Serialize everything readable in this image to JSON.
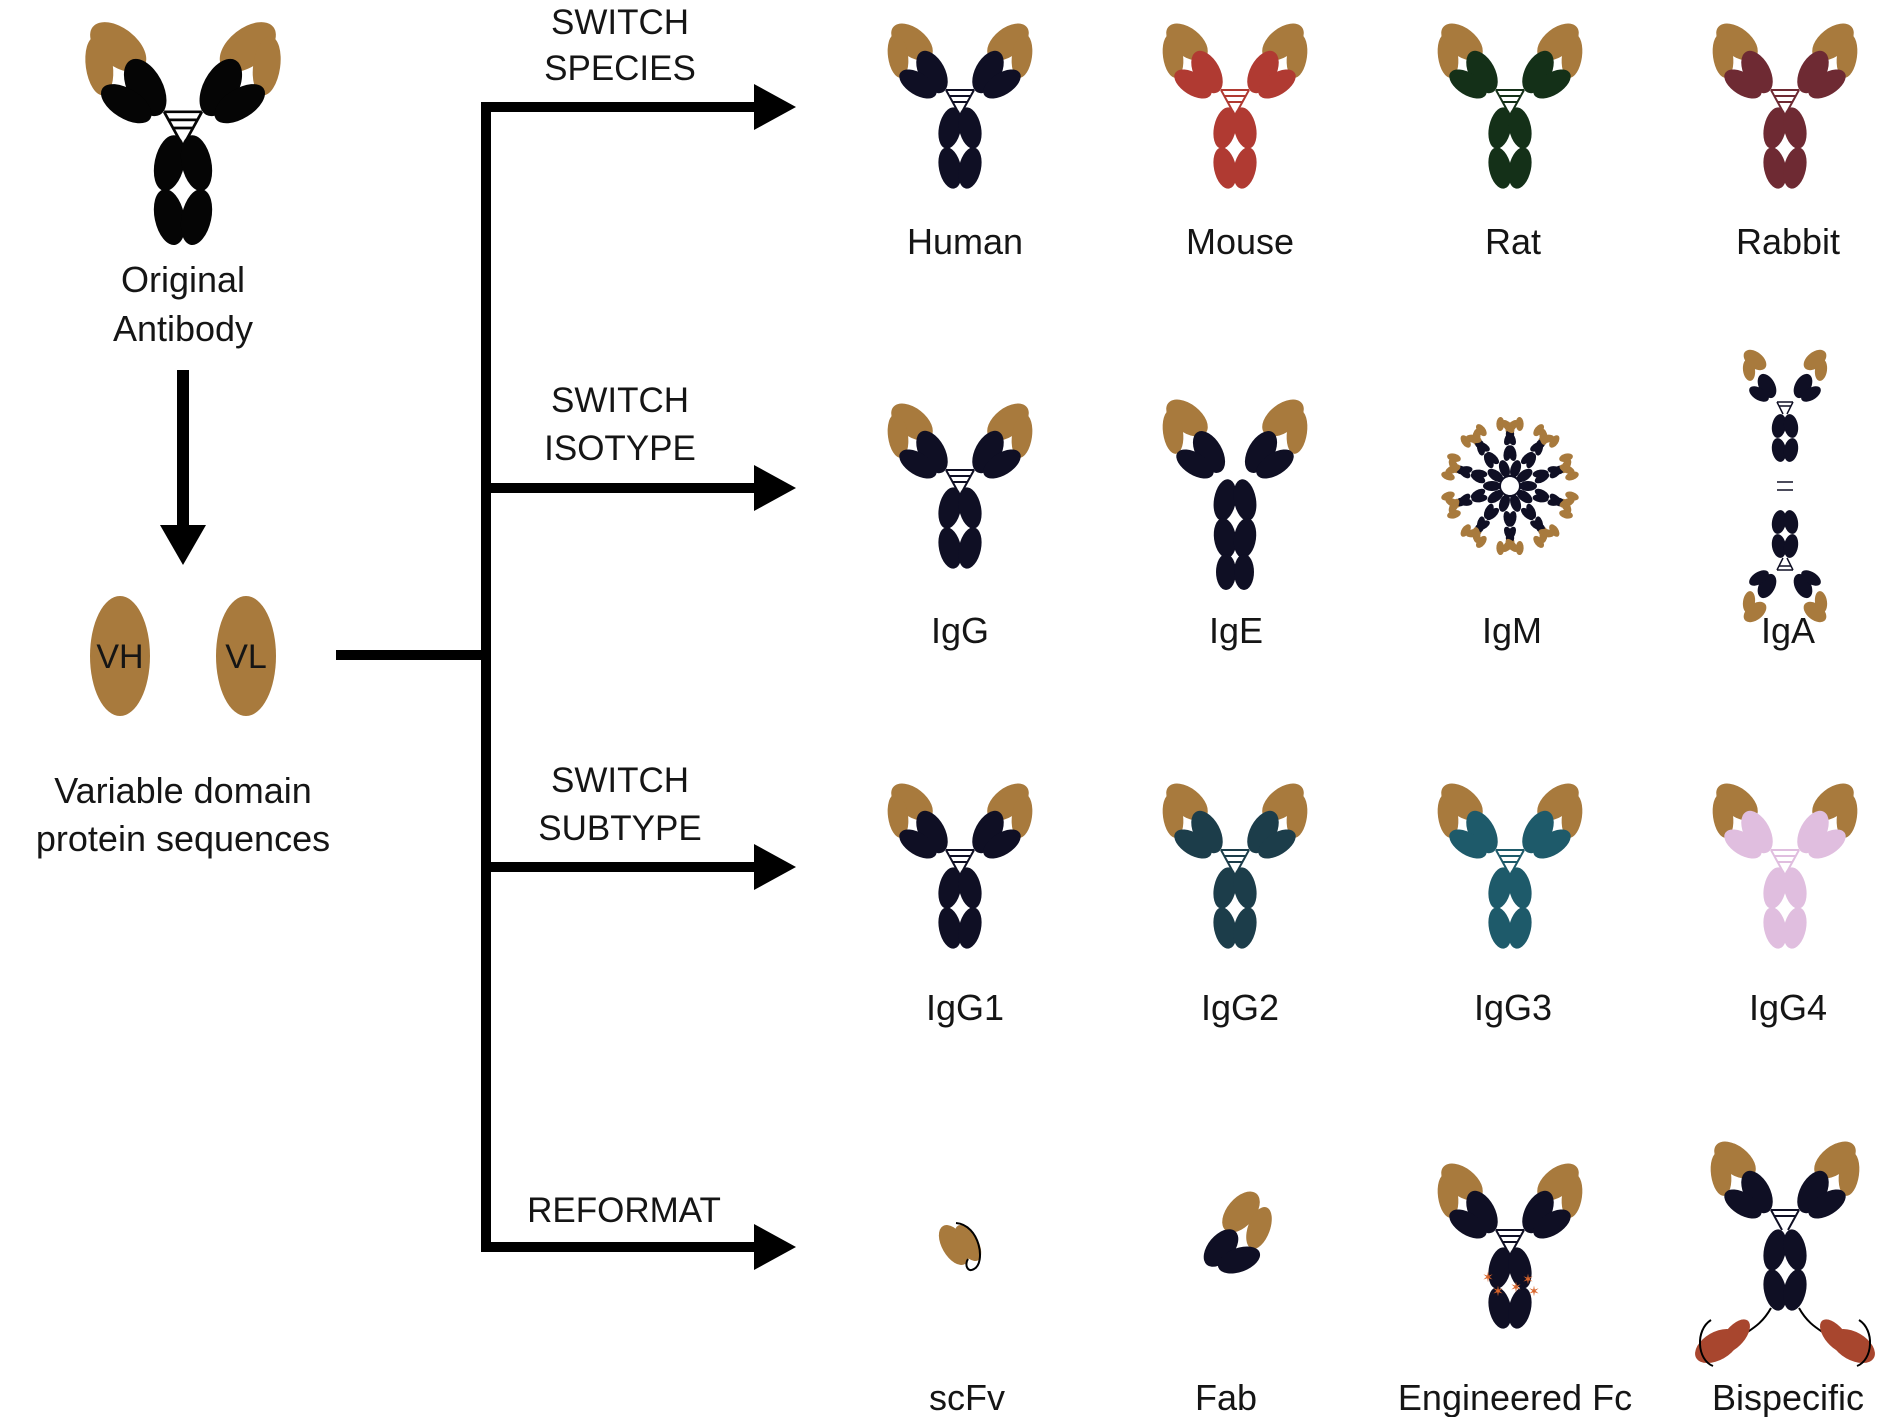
{
  "colors": {
    "variable": "#a87a3d",
    "black": "#050505",
    "navy": "#0f0f24",
    "mouse": "#b03a32",
    "rat": "#143018",
    "rabbit": "#6e2a33",
    "igg2": "#1c3d4a",
    "igg3": "#1e5a6a",
    "igg4": "#e0bedf",
    "fc_mutation": "#d9652b",
    "bispecific_arm": "#a8462e",
    "line": "#000000"
  },
  "original": {
    "label_line1": "Original",
    "label_line2": "Antibody"
  },
  "variable_domains": {
    "vh_label": "VH",
    "vl_label": "VL",
    "caption_line1": "Variable domain",
    "caption_line2": "protein sequences"
  },
  "branches": [
    {
      "id": "species",
      "label_line1": "SWITCH",
      "label_line2": "SPECIES",
      "items": [
        {
          "label": "Human",
          "icon": "igg-human-icon"
        },
        {
          "label": "Mouse",
          "icon": "igg-mouse-icon"
        },
        {
          "label": "Rat",
          "icon": "igg-rat-icon"
        },
        {
          "label": "Rabbit",
          "icon": "igg-rabbit-icon"
        }
      ]
    },
    {
      "id": "isotype",
      "label_line1": "SWITCH",
      "label_line2": "ISOTYPE",
      "items": [
        {
          "label": "IgG",
          "icon": "igg-icon"
        },
        {
          "label": "IgE",
          "icon": "ige-icon"
        },
        {
          "label": "IgM",
          "icon": "igm-pentamer-icon"
        },
        {
          "label": "IgA",
          "icon": "iga-dimer-icon"
        }
      ]
    },
    {
      "id": "subtype",
      "label_line1": "SWITCH",
      "label_line2": "SUBTYPE",
      "items": [
        {
          "label": "IgG1",
          "icon": "igg1-icon"
        },
        {
          "label": "IgG2",
          "icon": "igg2-icon"
        },
        {
          "label": "IgG3",
          "icon": "igg3-icon"
        },
        {
          "label": "IgG4",
          "icon": "igg4-icon"
        }
      ]
    },
    {
      "id": "reformat",
      "label_line1": "REFORMAT",
      "label_line2": "",
      "items": [
        {
          "label": "scFv",
          "icon": "scfv-icon"
        },
        {
          "label": "Fab",
          "icon": "fab-icon"
        },
        {
          "label": "Engineered Fc",
          "icon": "engineered-fc-icon"
        },
        {
          "label": "Bispecific",
          "icon": "bispecific-icon"
        }
      ]
    }
  ]
}
